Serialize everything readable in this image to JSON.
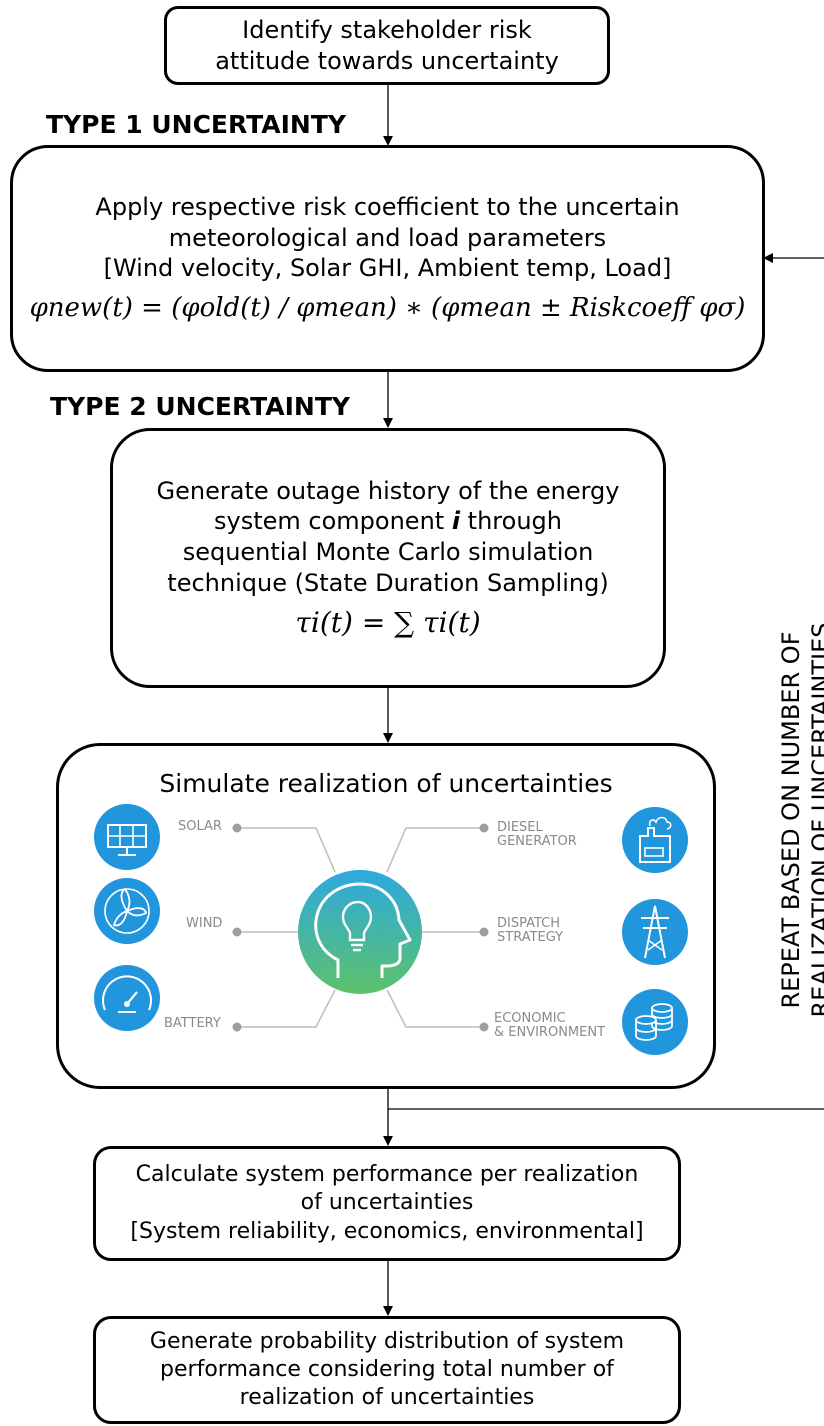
{
  "box1": {
    "lines": [
      "Identify stakeholder risk",
      "attitude towards uncertainty"
    ]
  },
  "type1_label": "TYPE 1 UNCERTAINTY",
  "box2": {
    "lines": [
      "Apply respective risk coefficient to the uncertain",
      "meteorological and load parameters",
      "[Wind velocity, Solar GHI, Ambient temp, Load]"
    ],
    "formula": "φnew(t) = (φold(t) / φmean) ∗ (φmean ± Riskcoeff φσ)"
  },
  "type2_label": "TYPE 2 UNCERTAINTY",
  "box3": {
    "line1": "Generate outage history of the energy",
    "line2_pre": "system component ",
    "line2_var": "i",
    "line2_post": " through",
    "line3": "sequential Monte Carlo simulation",
    "line4": "technique (State Duration Sampling)",
    "formula": "τi(t) = ∑ τi(t)"
  },
  "box4": {
    "title": "Simulate realization of uncertainties",
    "left_items": [
      {
        "label": "SOLAR",
        "icon": "solar-panel-icon"
      },
      {
        "label": "WIND",
        "icon": "wind-turbine-icon"
      },
      {
        "label": "BATTERY",
        "icon": "gauge-icon"
      }
    ],
    "right_items": [
      {
        "label": [
          "DIESEL",
          "GENERATOR"
        ],
        "icon": "factory-icon"
      },
      {
        "label": [
          "DISPATCH",
          "STRATEGY"
        ],
        "icon": "transmission-tower-icon"
      },
      {
        "label": [
          "ECONOMIC",
          "& ENVIRONMENT"
        ],
        "icon": "coins-stack-icon"
      }
    ],
    "center_icon": "head-lightbulb-icon",
    "colors": {
      "icon_blue": "#2196dc",
      "center_top": "#2ea8e0",
      "center_bottom": "#5cc26a",
      "label_gray": "#8a8a8a"
    }
  },
  "box5": {
    "lines": [
      "Calculate system performance per realization",
      "of uncertainties",
      "[System reliability, economics, environmental]"
    ]
  },
  "box6": {
    "lines": [
      "Generate probability distribution of system",
      "performance considering total number of",
      "realization of uncertainties"
    ]
  },
  "side_label": {
    "lines": [
      "REPEAT BASED ON NUMBER OF",
      "REALIZATION OF UNCERTAINTIES"
    ]
  }
}
